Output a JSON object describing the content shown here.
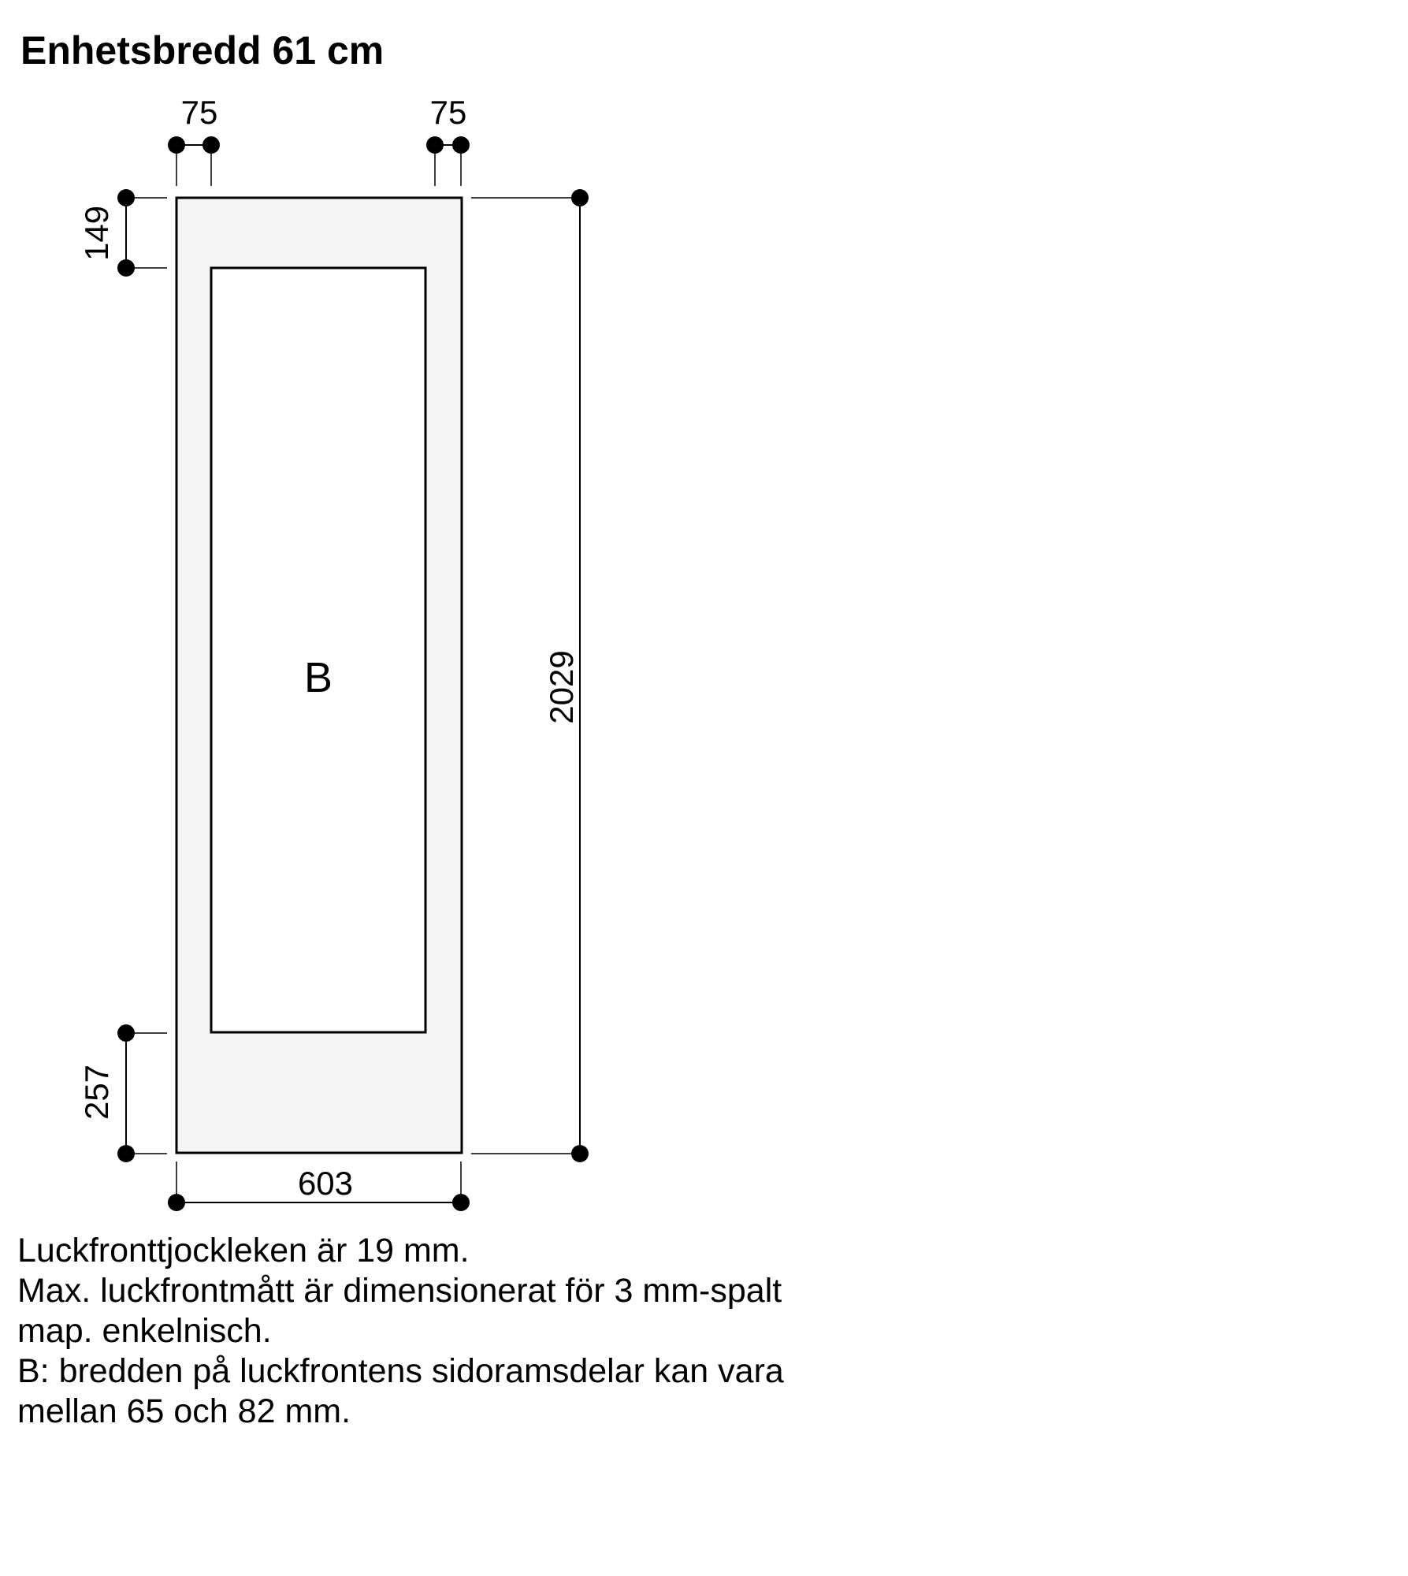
{
  "title": "Enhetsbredd 61 cm",
  "dimensions": {
    "top_left_rail": "75",
    "top_right_rail": "75",
    "top_frame": "149",
    "bottom_frame": "257",
    "total_height": "2029",
    "total_width": "603"
  },
  "panel_label": "B",
  "notes": [
    "Luckfronttjockleken är 19 mm.",
    "Max. luckfrontmått är dimensionerat för 3 mm-spalt",
    "map. enkelnisch.",
    "B: bredden på luckfrontens sidoramsdelar kan vara",
    "mellan 65 och 82 mm."
  ],
  "colors": {
    "panel_fill": "#f4f4f4",
    "line": "#000000",
    "background": "#ffffff"
  }
}
